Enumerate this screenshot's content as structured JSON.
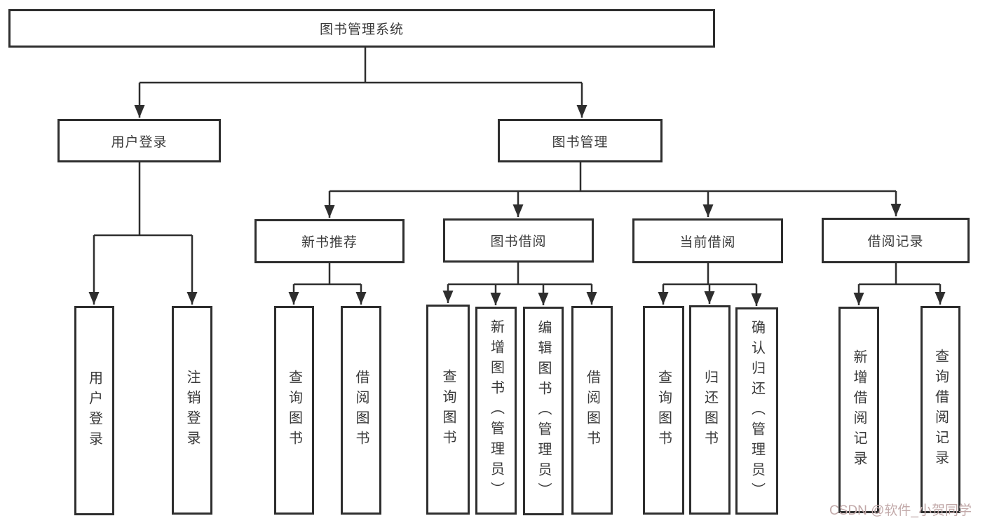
{
  "diagram": {
    "watermark": "CSDN @软件_小贺同学",
    "colors": {
      "line": "#2e2e2e",
      "box_border": "#2e2e2e",
      "box_fill": "#ffffff",
      "text": "#3a3a3a",
      "watermark": "#c2a9a9"
    },
    "tree": {
      "label": "图书管理系统",
      "children": [
        {
          "label": "用户登录",
          "children": [
            {
              "label": "用户登录"
            },
            {
              "label": "注销登录"
            }
          ]
        },
        {
          "label": "图书管理",
          "children": [
            {
              "label": "新书推荐",
              "children": [
                {
                  "label": "查询图书"
                },
                {
                  "label": "借阅图书"
                }
              ]
            },
            {
              "label": "图书借阅",
              "children": [
                {
                  "label": "查询图书"
                },
                {
                  "label": "新增图书（管理员）"
                },
                {
                  "label": "编辑图书（管理员）"
                },
                {
                  "label": "借阅图书"
                }
              ]
            },
            {
              "label": "当前借阅",
              "children": [
                {
                  "label": "查询图书"
                },
                {
                  "label": "归还图书"
                },
                {
                  "label": "确认归还（管理员）"
                }
              ]
            },
            {
              "label": "借阅记录",
              "children": [
                {
                  "label": "新增借阅记录"
                },
                {
                  "label": "查询借阅记录"
                }
              ]
            }
          ]
        }
      ]
    }
  }
}
